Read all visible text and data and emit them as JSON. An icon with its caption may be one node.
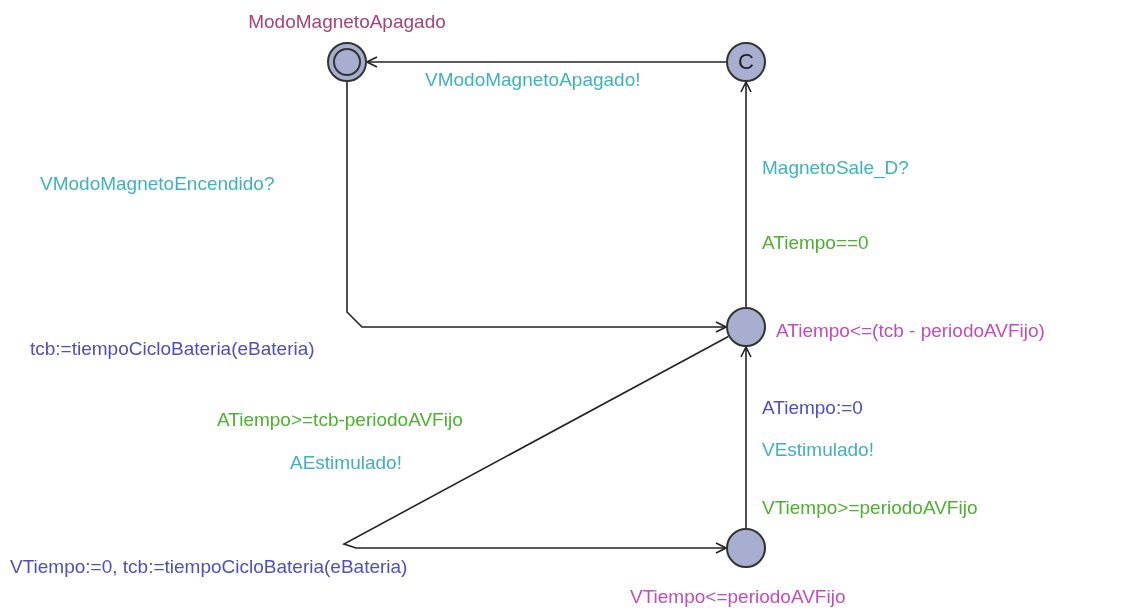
{
  "diagram": {
    "nodes": [
      {
        "text": [],
        "shape": "circle",
        "beside": [
          "ModoMagnetoApagado"
        ]
      },
      {
        "text": [
          "C"
        ]
      },
      {
        "text": [],
        "shape": "circle",
        "beside": [
          "ATiempo<=(tcb - periodoAVFijo)"
        ]
      },
      {
        "text": [],
        "shape": "circle",
        "beside": [
          "VTiempo<=periodoAVFijo"
        ]
      }
    ],
    "edges": [
      {
        "from": 1,
        "to": 0,
        "arrow": "to",
        "label": "VModoMagnetoApagado!"
      },
      {
        "from": 0,
        "to": 2,
        "arrow": "to",
        "label": "VModoMagnetoEncendido?"
      },
      {
        "from": 2,
        "to": 1,
        "arrow": "to",
        "label": "MagnetoSale_D?"
      },
      {
        "from": 3,
        "to": 2,
        "arrow": "to",
        "label": "VEstimulado!"
      },
      {
        "from": 2,
        "to": 3,
        "arrow": "to",
        "label": "AEstimulado!"
      }
    ],
    "labels": [
      "ATiempo==0",
      "tcb:=tiempoCicloBateria(eBateria)",
      "ATiempo>=tcb-periodoAVFijo",
      "ATiempo:=0",
      "VTiempo>=periodoAVFijo",
      "VTiempo:=0, tcb:=tiempoCicloBateria(eBateria)"
    ]
  }
}
